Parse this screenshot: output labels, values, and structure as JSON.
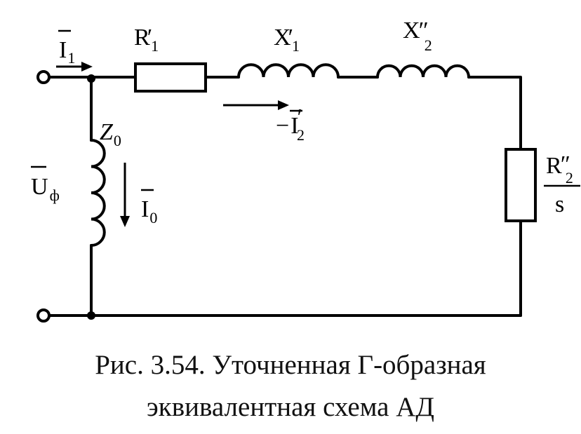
{
  "labels": {
    "i1": {
      "main": "I",
      "sub": "1"
    },
    "r1": {
      "main": "R",
      "prime": "′",
      "sub": "1"
    },
    "x1": {
      "main": "X",
      "prime": "′",
      "sub": "1"
    },
    "x2": {
      "main": "X",
      "prime": "″",
      "sub": "2"
    },
    "i2": {
      "minus": "−",
      "main": "I",
      "prime": "′",
      "sub": "2"
    },
    "z0": {
      "main": "Z",
      "sub": "0"
    },
    "uf": {
      "main": "U",
      "sub": "ф"
    },
    "i0": {
      "main": "I",
      "sub": "0"
    },
    "r2s": {
      "num": "R",
      "prime": "″",
      "sub": "2",
      "den": "s"
    }
  },
  "caption": {
    "line1": "Рис. 3.54. Уточненная Г-образная",
    "line2": "эквивалентная схема АД"
  }
}
